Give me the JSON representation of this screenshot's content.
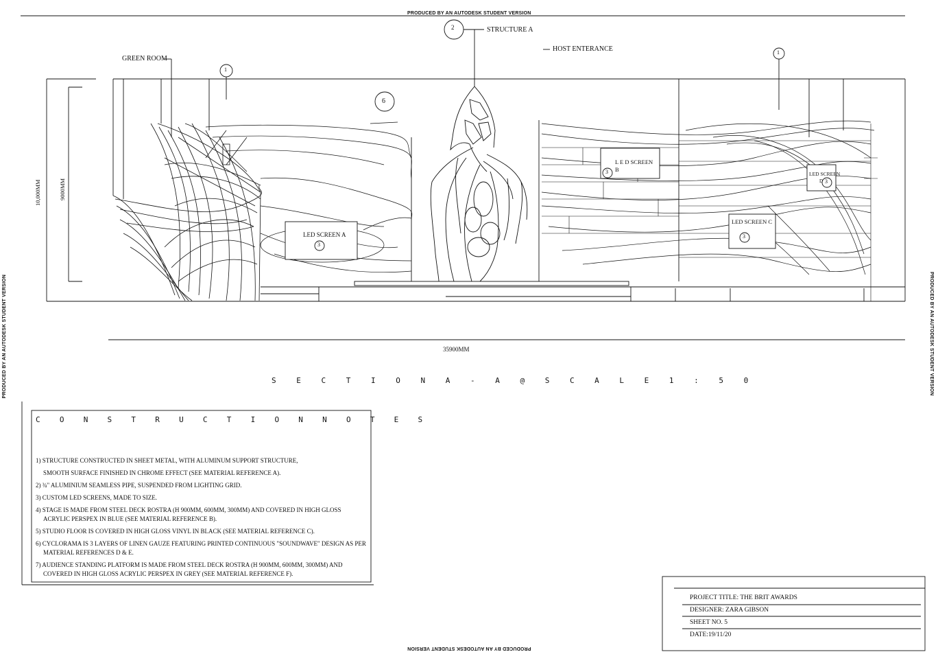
{
  "watermark": {
    "top": "PRODUCED BY AN AUTODESK STUDENT VERSION",
    "bottom": "PRODUCED BY AN AUTODESK STUDENT VERSION",
    "left": "PRODUCED BY AN AUTODESK STUDENT VERSION",
    "right": "PRODUCED BY AN AUTODESK STUDENT VERSION"
  },
  "callouts": {
    "structure_a_tag": "2",
    "structure_a": "STRUCTURE A",
    "host_entrance": "HOST ENTERANCE",
    "green_room": "GREEN ROOM",
    "tag_left": "1",
    "tag_right": "1",
    "tag_cyclorama": "6",
    "led_a": "LED SCREEN A",
    "led_a_tag": "3",
    "led_b": "L E D  SCREEN B",
    "led_b_tag": "3",
    "led_c": "LED SCREEN C",
    "led_c_tag": "3",
    "led_d": "LED SCREEN",
    "led_d_sub": "D",
    "led_d_tag": "3"
  },
  "dimensions": {
    "height_total": "10,000MM",
    "height_inner": "9000MM",
    "width": "35900MM"
  },
  "section_title": "S E C T I O N     A - A     @     S C A L E     1 : 5 0",
  "notes": {
    "title": "C O N S T R U C T I O N     N O T E S",
    "items": [
      "1) STRUCTURE CONSTRUCTED IN SHEET METAL,  WITH ALUMINUM SUPPORT STRUCTURE,",
      "SMOOTH SURFACE FINISHED IN CHROME EFFECT (SEE MATERIAL REFERENCE A).",
      "2) ¾\" ALUMINIUM SEAMLESS PIPE, SUSPENDED FROM LIGHTING GRID.",
      "3) CUSTOM LED SCREENS, MADE TO SIZE.",
      "4) STAGE IS MADE FROM STEEL DECK ROSTRA (H 900MM, 600MM, 300MM) AND COVERED IN HIGH GLOSS",
      "ACRYLIC PERSPEX IN BLUE (SEE MATERIAL REFERENCE B).",
      "5) STUDIO FLOOR IS COVERED IN HIGH GLOSS VINYL IN BLACK (SEE MATERIAL REFERENCE C).",
      "6) CYCLORAMA IS 3 LAYERS OF LINEN GAUZE FEATURING PRINTED CONTINUOUS \"SOUNDWAVE\" DESIGN AS PER",
      "MATERIAL REFERENCES D & E.",
      "7) AUDIENCE STANDING PLATFORM IS MADE FROM STEEL DECK ROSTRA (H 900MM, 600MM, 300MM) AND",
      "COVERED IN HIGH GLOSS ACRYLIC PERSPEX IN GREY (SEE MATERIAL REFERENCE F)."
    ]
  },
  "title_block": {
    "project": "PROJECT TITLE: THE BRIT AWARDS",
    "designer": "DESIGNER: ZARA GIBSON",
    "sheet": "SHEET NO. 5",
    "date": "DATE:19/11/20"
  }
}
